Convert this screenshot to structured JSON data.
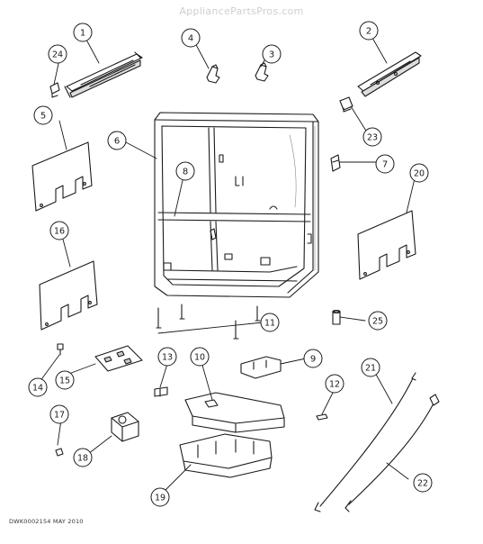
{
  "watermark": "AppliancePartsPros.com",
  "footer_code": "DWK0002154 MAY 2010",
  "callouts": [
    "1",
    "2",
    "3",
    "4",
    "5",
    "6",
    "7",
    "8",
    "9",
    "10",
    "11",
    "12",
    "13",
    "14",
    "15",
    "16",
    "17",
    "18",
    "19",
    "20",
    "21",
    "22",
    "23",
    "24",
    "25"
  ],
  "colors": {
    "ink": "#1a1a1a",
    "fill": "#ffffff",
    "shade": "#8a8a8a",
    "watermark": "#cfcfcf"
  }
}
